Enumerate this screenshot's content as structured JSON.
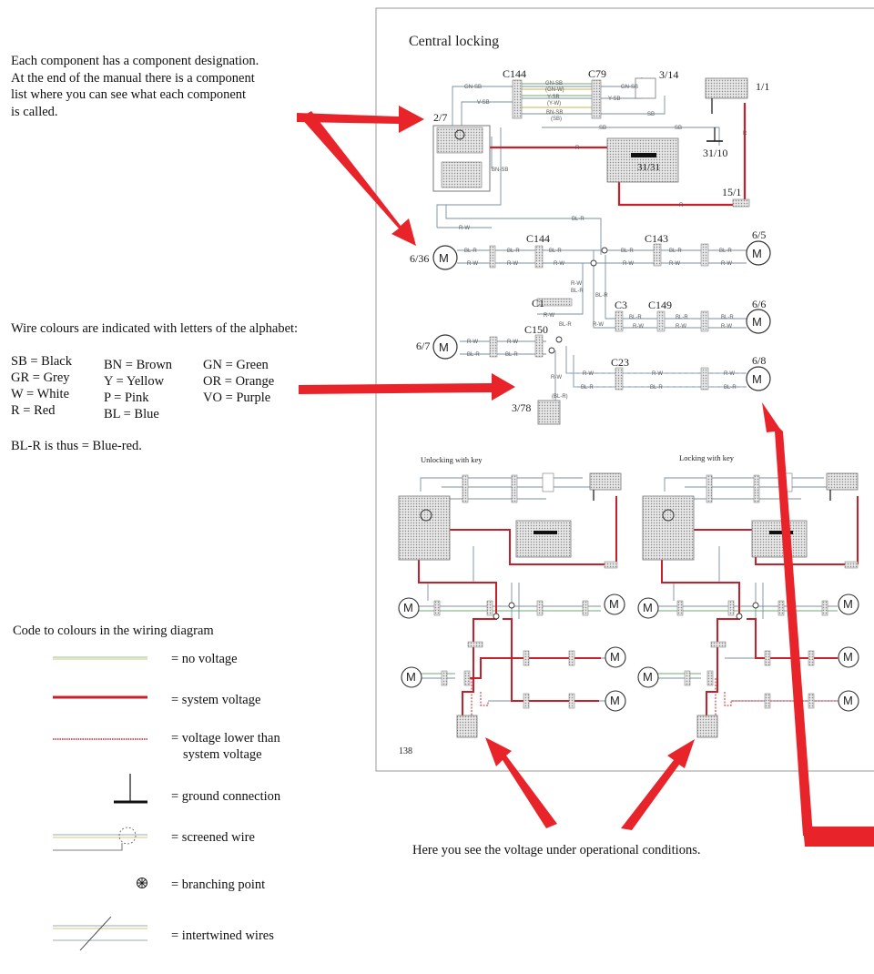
{
  "diagram": {
    "title": "Central locking",
    "page_number": "138",
    "sub_titles": {
      "unlocking": "Unlocking with key",
      "locking": "Locking with key"
    }
  },
  "intro_lines": [
    "Each component has a component designation.",
    "At the end of the manual there is a component",
    "list where you can see what each component",
    "is called."
  ],
  "wire_colour_heading": "Wire colours are indicated with letters of the alphabet:",
  "colour_codes": {
    "col1": [
      "SB = Black",
      "GR = Grey",
      "W = White",
      "R = Red"
    ],
    "col2": [
      "BN = Brown",
      "Y = Yellow",
      "P = Pink",
      "BL = Blue"
    ],
    "col3": [
      "GN = Green",
      "OR = Orange",
      "VO = Purple"
    ]
  },
  "example_text": "BL-R is thus = Blue-red.",
  "code_heading": "Code to colours in the wiring diagram",
  "legend": {
    "no_voltage": "= no voltage",
    "system_voltage": "= system voltage",
    "lower_voltage_1": "= voltage lower than",
    "lower_voltage_2": "system voltage",
    "ground": "= ground connection",
    "screened": "= screened wire",
    "branching": "= branching point",
    "intertwined": "= intertwined wires"
  },
  "operational_caption": "Here you see the voltage under operational conditions.",
  "components": {
    "c144_top": "C144",
    "c79": "C79",
    "c3_14": "3/14",
    "c1_1": "1/1",
    "c2_7": "2/7",
    "c31_31": "31/31",
    "c31_10": "31/10",
    "c15_1": "15/1",
    "c6_36": "6/36",
    "c144_mid": "C144",
    "c143": "C143",
    "c6_5": "6/5",
    "c1": "C1",
    "c3": "C3",
    "c149": "C149",
    "c6_6": "6/6",
    "c6_7": "6/7",
    "c150": "C150",
    "c23": "C23",
    "c6_8": "6/8",
    "c3_78": "3/78",
    "motor": "M"
  },
  "wire_labels": {
    "gn_sb": "GN-SB",
    "gn_sb_gnw": "(GN-W)",
    "y_sb": "Y-SB",
    "y_sb_yw": "(Y-W)",
    "bn_sb": "BN-SB",
    "sb_paren": "(SB)",
    "v_sb": "V-SB",
    "sb": "SB",
    "r": "R",
    "bl_r": "BL-R",
    "r_w": "R-W",
    "bl_r_paren": "(BL-R)"
  },
  "colors": {
    "system_voltage": "#c8202a",
    "arrow": "#e8242a",
    "wire_thin": "#7a8fa0",
    "wire_green": "#6fae6f",
    "wire_yellow": "#c9b64a",
    "component_fill": "#d9d9d9",
    "frame": "#9a9a9a"
  }
}
